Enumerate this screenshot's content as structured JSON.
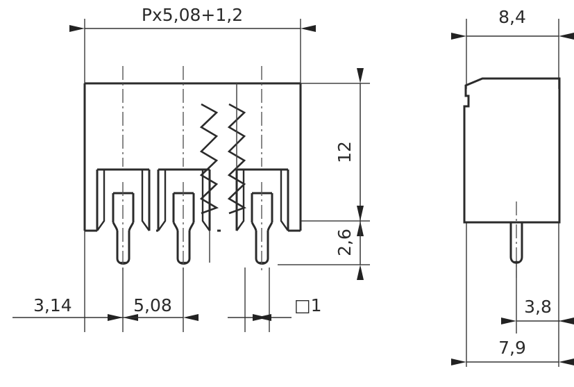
{
  "drawing": {
    "title": "Pin header technical drawing",
    "units": "mm",
    "line_color": "#2b2b2b",
    "dim_color": "#333333",
    "background": "#ffffff",
    "views": {
      "front": {
        "name": "front-view",
        "dimensions": {
          "overall_width": "Px5,08+1,2",
          "body_height": "12",
          "pin_length": "2,6",
          "edge_to_first_pin": "3,14",
          "pin_pitch": "5,08",
          "pin_cross_section": "□1"
        }
      },
      "side": {
        "name": "side-view",
        "dimensions": {
          "body_depth": "8,4",
          "pin_offset": "3,8",
          "overall_depth": "7,9"
        }
      }
    },
    "labels": {
      "overall_width": "Px5,08+1,2",
      "body_height": "12",
      "pin_length": "2,6",
      "edge_offset": "3,14",
      "pitch": "5,08",
      "pin_square": "□1",
      "side_depth_top": "8,4",
      "side_pin_offset": "3,8",
      "side_depth_bottom": "7,9"
    }
  }
}
